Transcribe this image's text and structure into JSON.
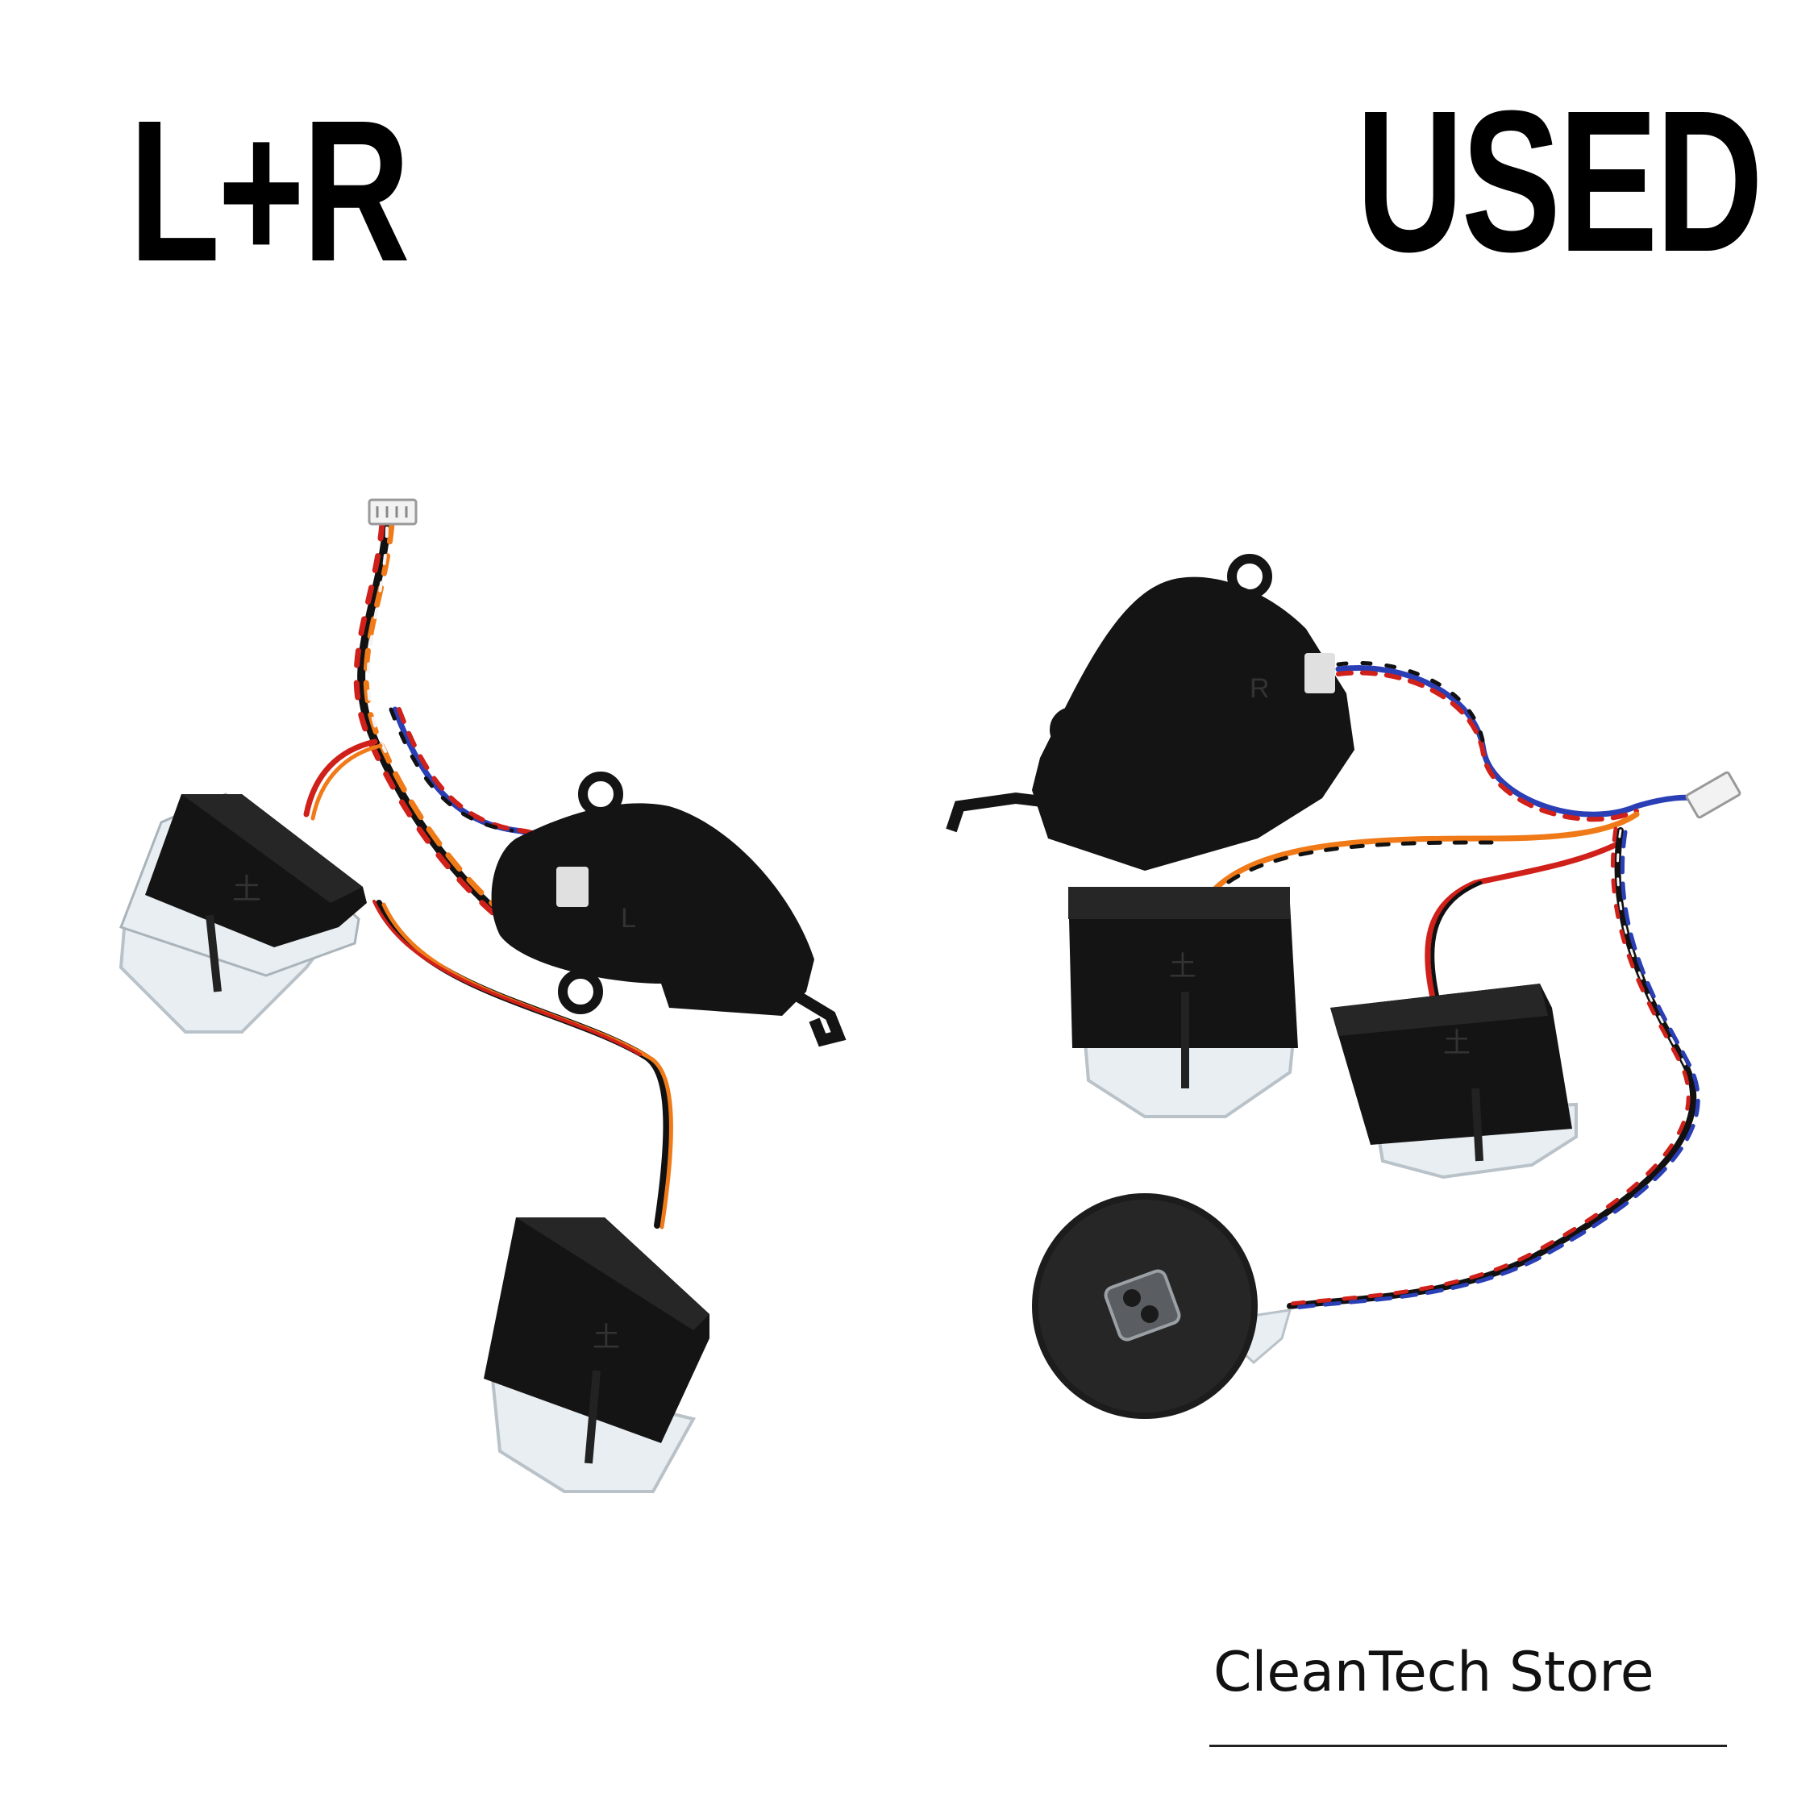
{
  "labels": {
    "left": "L+R",
    "right": "USED"
  },
  "brand": {
    "name": "CleanTech Store"
  },
  "colors": {
    "text": "#000000",
    "plastic": "#141414",
    "clear": "#e8eef2",
    "wire_red": "#d0201a",
    "wire_blue": "#2a3fb5",
    "wire_orange": "#f07a18",
    "wire_white": "#f4f4f4",
    "wire_black": "#111111"
  }
}
